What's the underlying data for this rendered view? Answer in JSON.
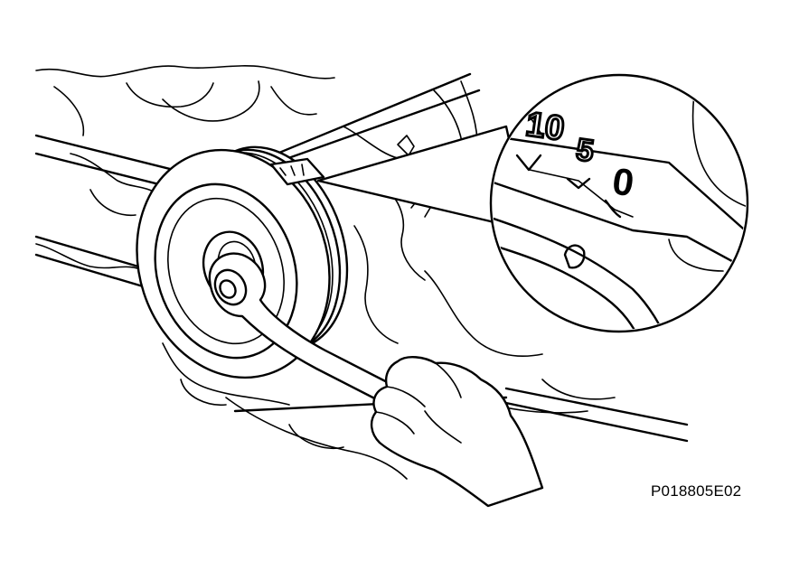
{
  "figure": {
    "code": "P018805E02",
    "scale_labels": [
      "10",
      "5",
      "0"
    ]
  }
}
